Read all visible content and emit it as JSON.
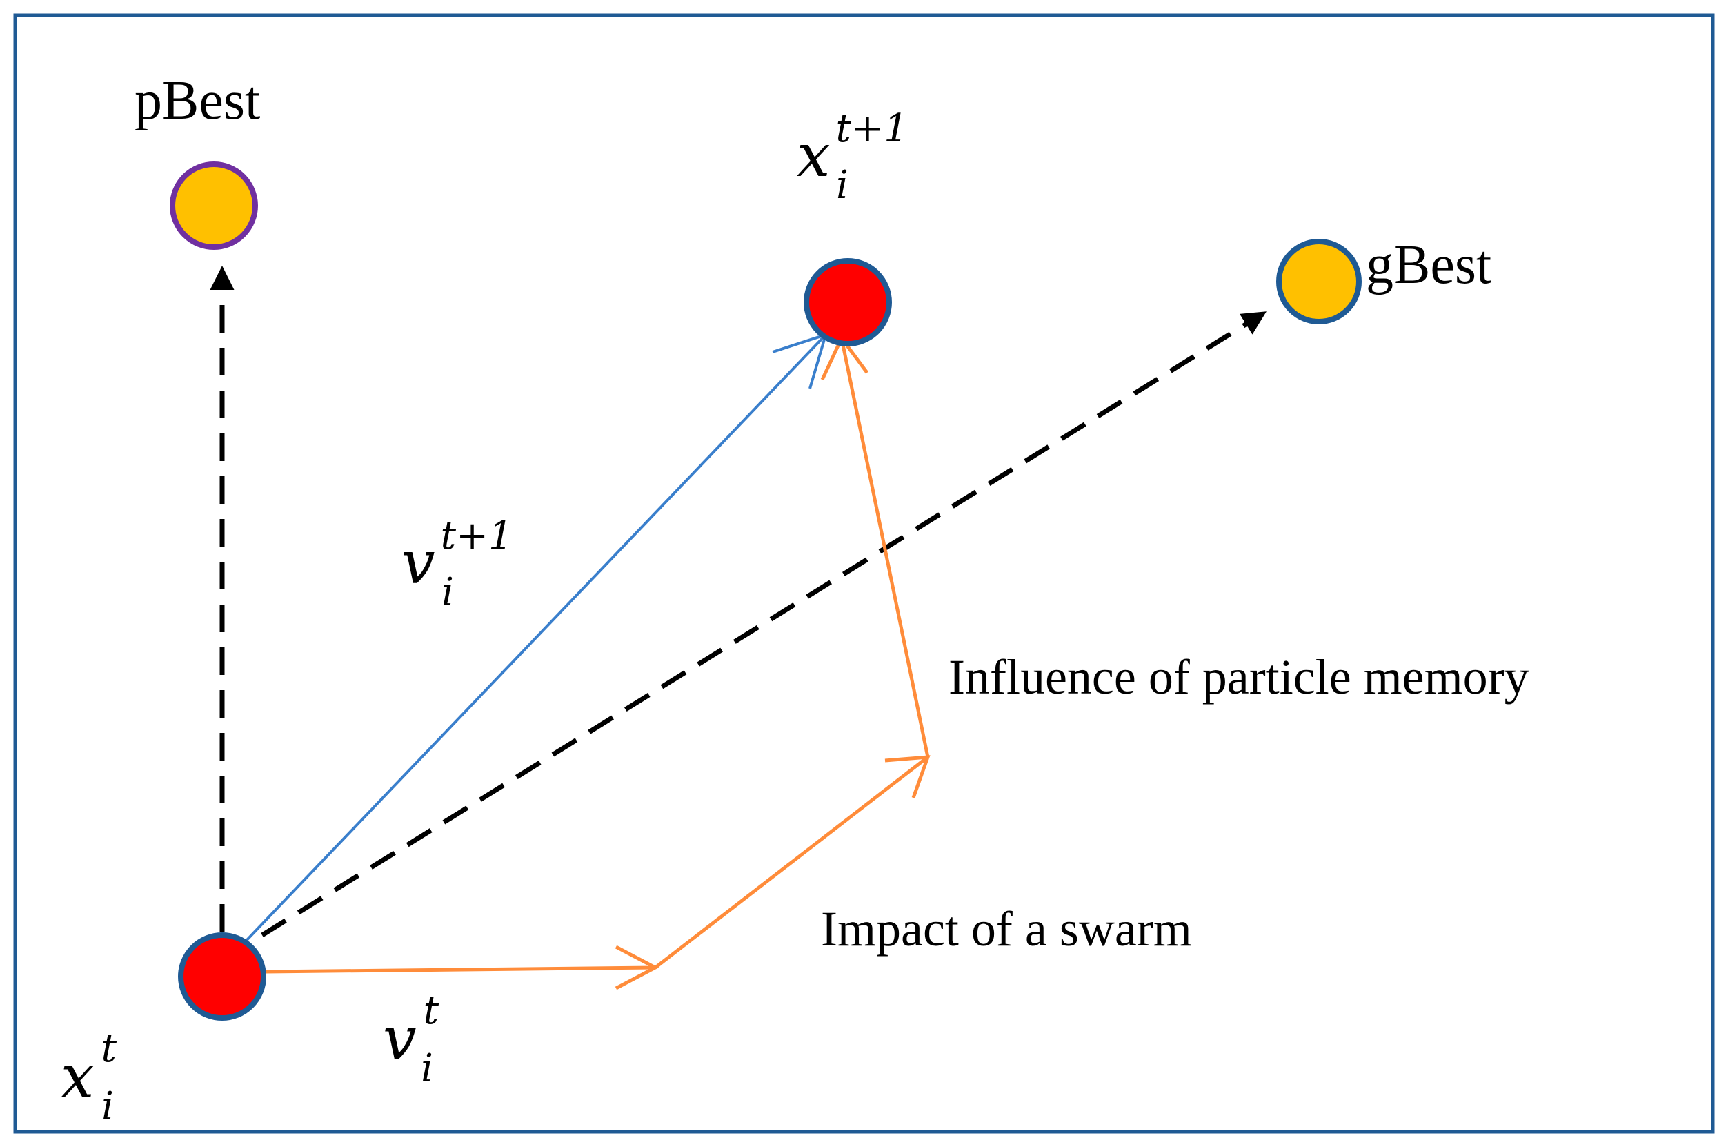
{
  "labels": {
    "pbest": "pBest",
    "gbest": "gBest",
    "memory": "Influence of particle memory",
    "swarm": "Impact of a swarm"
  },
  "math": {
    "x_next": {
      "base": "x",
      "sub": "i",
      "sup": "t+1"
    },
    "x_now": {
      "base": "x",
      "sub": "i",
      "sup": "t"
    },
    "v_next": {
      "base": "v",
      "sub": "i",
      "sup": "t+1"
    },
    "v_now": {
      "base": "v",
      "sub": "i",
      "sup": "t"
    }
  },
  "colors": {
    "frame": "#1f5a94",
    "particle_fill": "#ff0000",
    "particle_stroke": "#1f5a94",
    "best_fill": "#ffc000",
    "pbest_stroke": "#7030a0",
    "gbest_stroke": "#1f5a94",
    "velocity_arrow": "#3a7fcc",
    "component_arrow": "#ff8c3a",
    "dashed_arrow": "#000000"
  }
}
